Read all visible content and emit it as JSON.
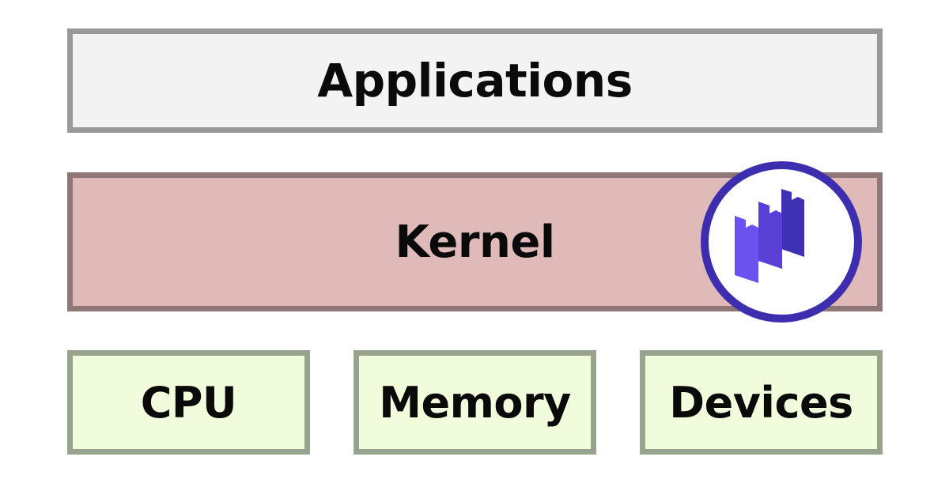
{
  "layers": {
    "applications": "Applications",
    "kernel": "Kernel",
    "hardware": [
      "CPU",
      "Memory",
      "Devices"
    ]
  },
  "kernel_badge": {
    "icon": "stacked-blocks-logo-icon",
    "ring_color": "#3d2eb0",
    "fill_colors": [
      "#6b52f0",
      "#5a3fd6",
      "#3f31b3"
    ]
  },
  "colors": {
    "applications_fill": "#f3f3f3",
    "applications_border": "#999999",
    "kernel_fill": "#dfbab9",
    "kernel_border": "#8e7776",
    "hardware_fill": "#f1fcdc",
    "hardware_border": "#97a38c"
  }
}
